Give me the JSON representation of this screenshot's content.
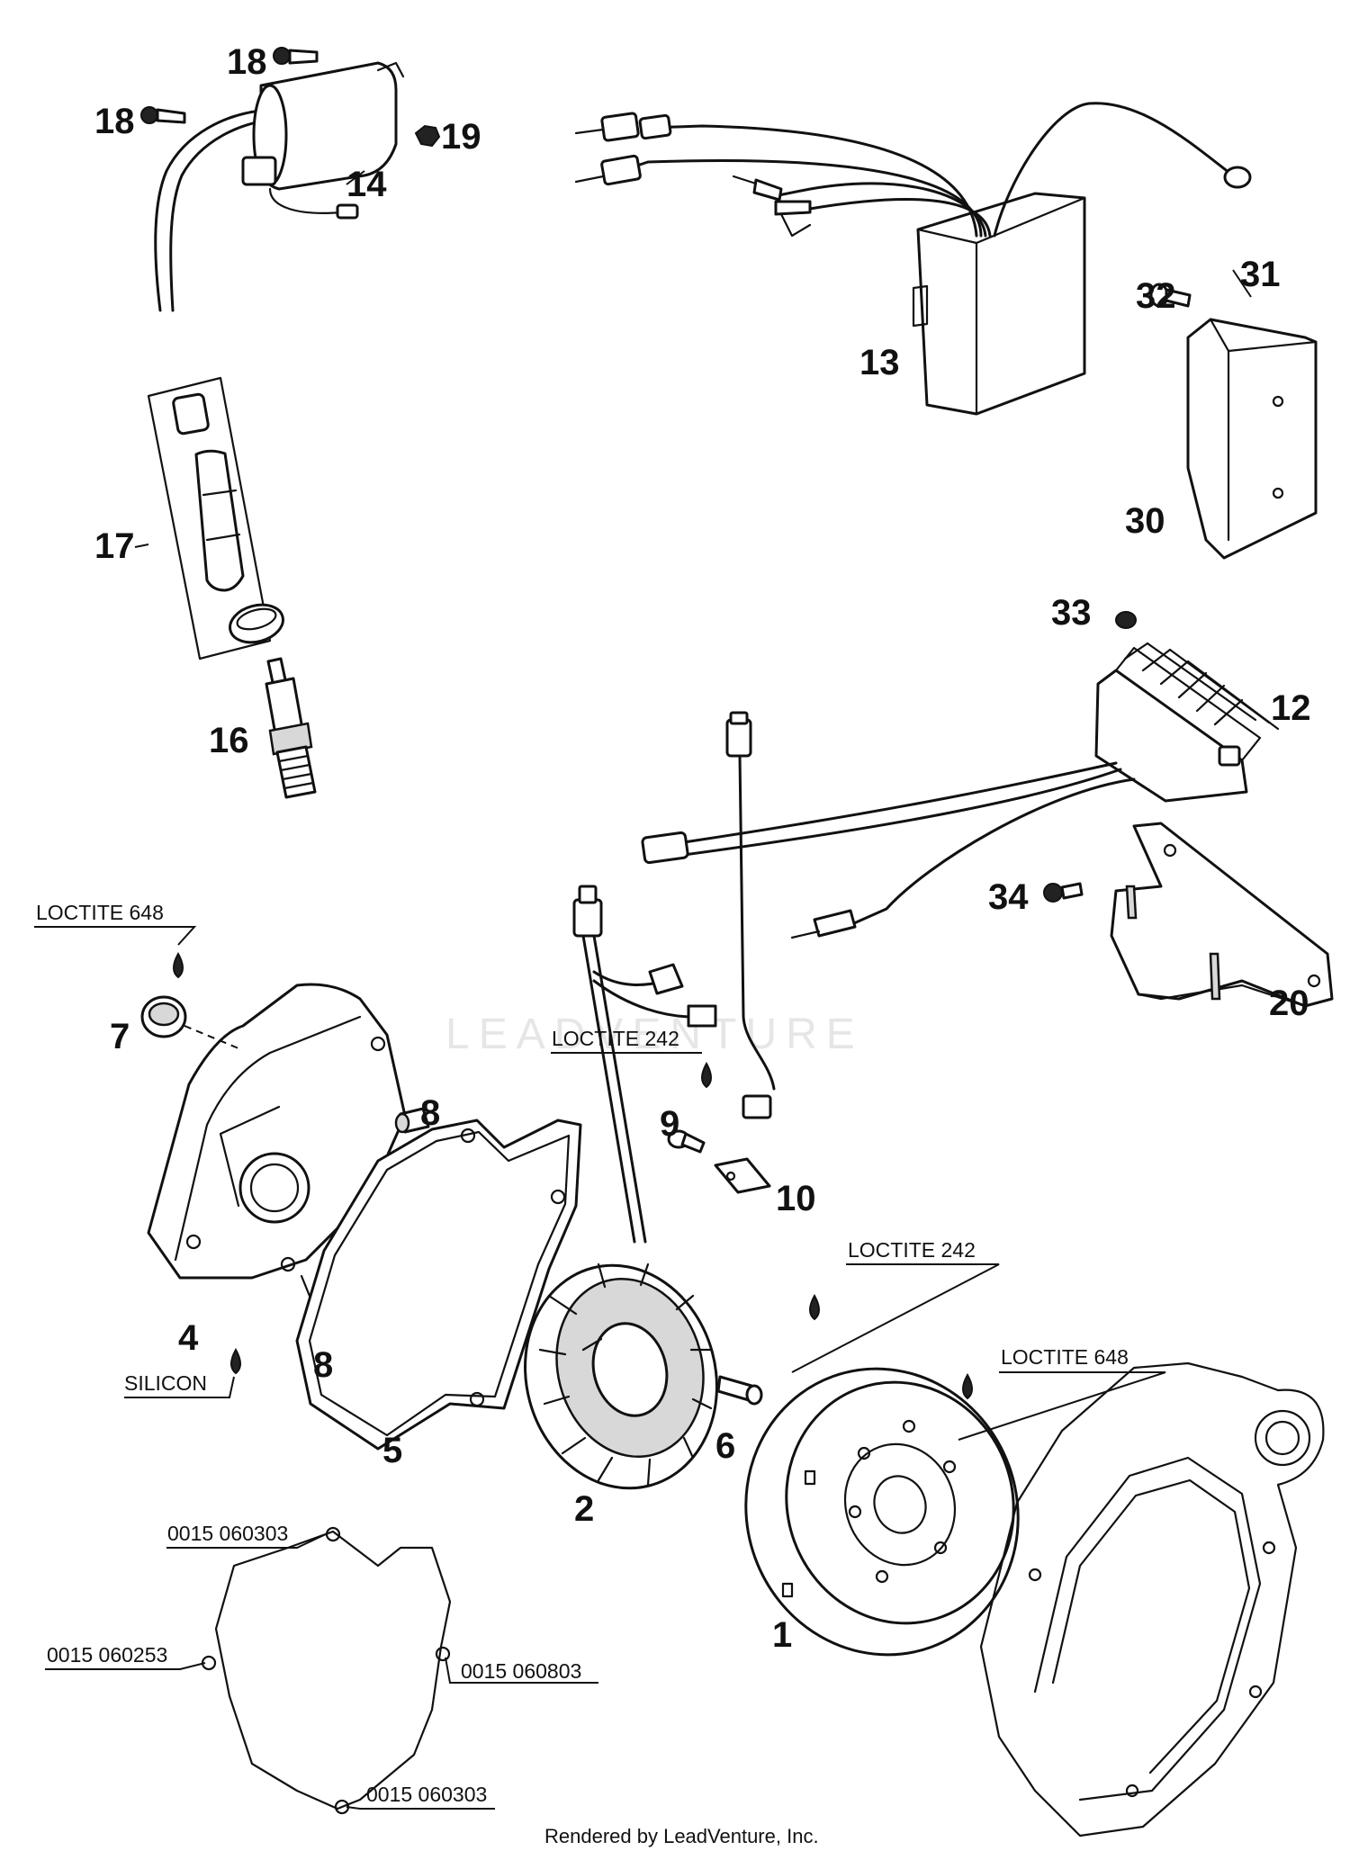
{
  "diagram": {
    "callouts": {
      "c1": "1",
      "c2": "2",
      "c4": "4",
      "c5": "5",
      "c6": "6",
      "c7": "7",
      "c8a": "8",
      "c8b": "8",
      "c9": "9",
      "c10": "10",
      "c12": "12",
      "c13": "13",
      "c14": "14",
      "c16": "16",
      "c17": "17",
      "c18a": "18",
      "c18b": "18",
      "c19": "19",
      "c20": "20",
      "c30": "30",
      "c31": "31",
      "c32": "32",
      "c33": "33",
      "c34": "34"
    },
    "notes": {
      "loctite_648_top": "LOCTITE 648",
      "loctite_242_mid": "LOCTITE 242",
      "loctite_242_low": "LOCTITE 242",
      "loctite_648_low": "LOCTITE 648",
      "silicon": "SILICON",
      "gasket_top": "0015 060303",
      "gasket_left": "0015 060253",
      "gasket_right": "0015 060803",
      "gasket_bottom": "0015 060303"
    },
    "watermark": "LEADVENTURE",
    "footer": "Rendered by LeadVenture, Inc."
  }
}
